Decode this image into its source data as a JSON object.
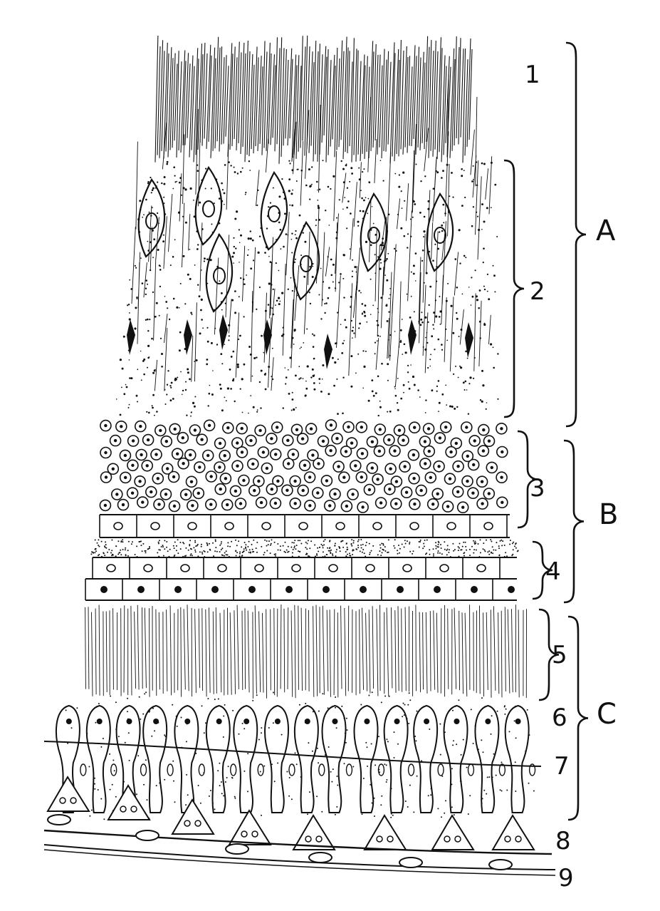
{
  "layer_labels": [
    "1",
    "2",
    "3",
    "4",
    "5",
    "6",
    "7",
    "8",
    "9"
  ],
  "group_labels": [
    "A",
    "B",
    "C"
  ],
  "colors": {
    "ink": "#111111",
    "paper": "#ffffff"
  }
}
